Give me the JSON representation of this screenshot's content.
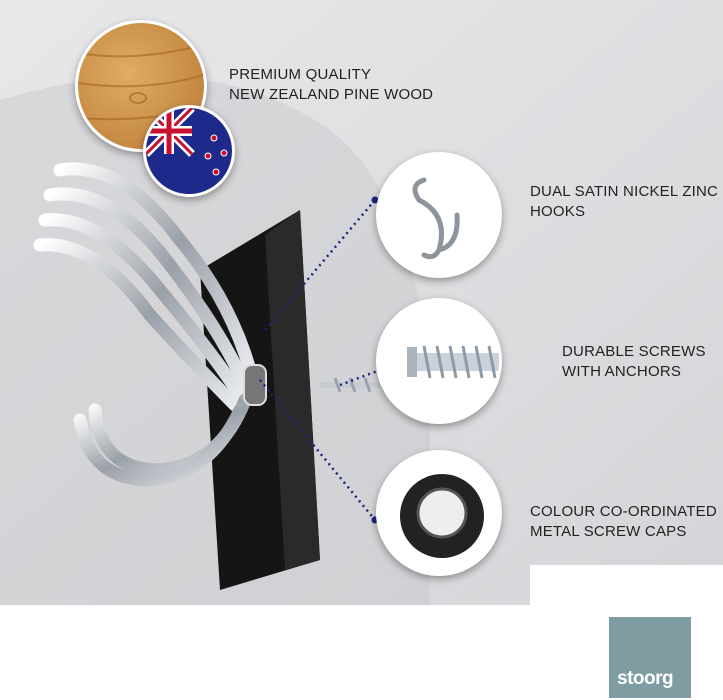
{
  "features": [
    {
      "icon": "pine-wood-icon",
      "lines": [
        "PREMIUM QUALITY",
        "NEW ZEALAND PINE WOOD"
      ]
    },
    {
      "icon": "hook-icon",
      "lines": [
        "DUAL SATIN NICKEL ZINC",
        "HOOKS"
      ]
    },
    {
      "icon": "screw-icon",
      "lines": [
        "DURABLE SCREWS",
        "WITH ANCHORS"
      ]
    },
    {
      "icon": "screw-cap-icon",
      "lines": [
        "COLOUR CO-ORDINATED",
        "METAL SCREW CAPS"
      ]
    }
  ],
  "brand": {
    "name": "stoorg",
    "color": "#7f9ca3"
  },
  "colors": {
    "accent_dots": "#1a237e"
  }
}
